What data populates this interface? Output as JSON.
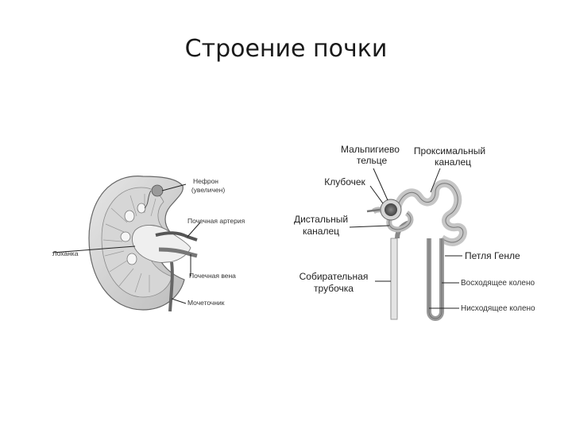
{
  "title": "Строение почки",
  "kidney": {
    "labels": {
      "nephron_line1": "Нефрон",
      "nephron_line2": "(увеличен)",
      "renal_artery": "Почечная артерия",
      "pelvis": "Лоханка",
      "renal_vein": "Почечная вена",
      "ureter": "Мочеточник"
    }
  },
  "nephron": {
    "labels": {
      "malpighian_line1": "Мальпигиево",
      "malpighian_line2": "тельце",
      "proximal_line1": "Проксимальный",
      "proximal_line2": "каналец",
      "glomerulus": "Клубочек",
      "distal_line1": "Дистальный",
      "distal_line2": "каналец",
      "loop": "Петля Генле",
      "collecting_line1": "Собирательная",
      "collecting_line2": "трубочка",
      "ascending": "Восходящее колено",
      "descending": "Нисходящее колено"
    }
  }
}
